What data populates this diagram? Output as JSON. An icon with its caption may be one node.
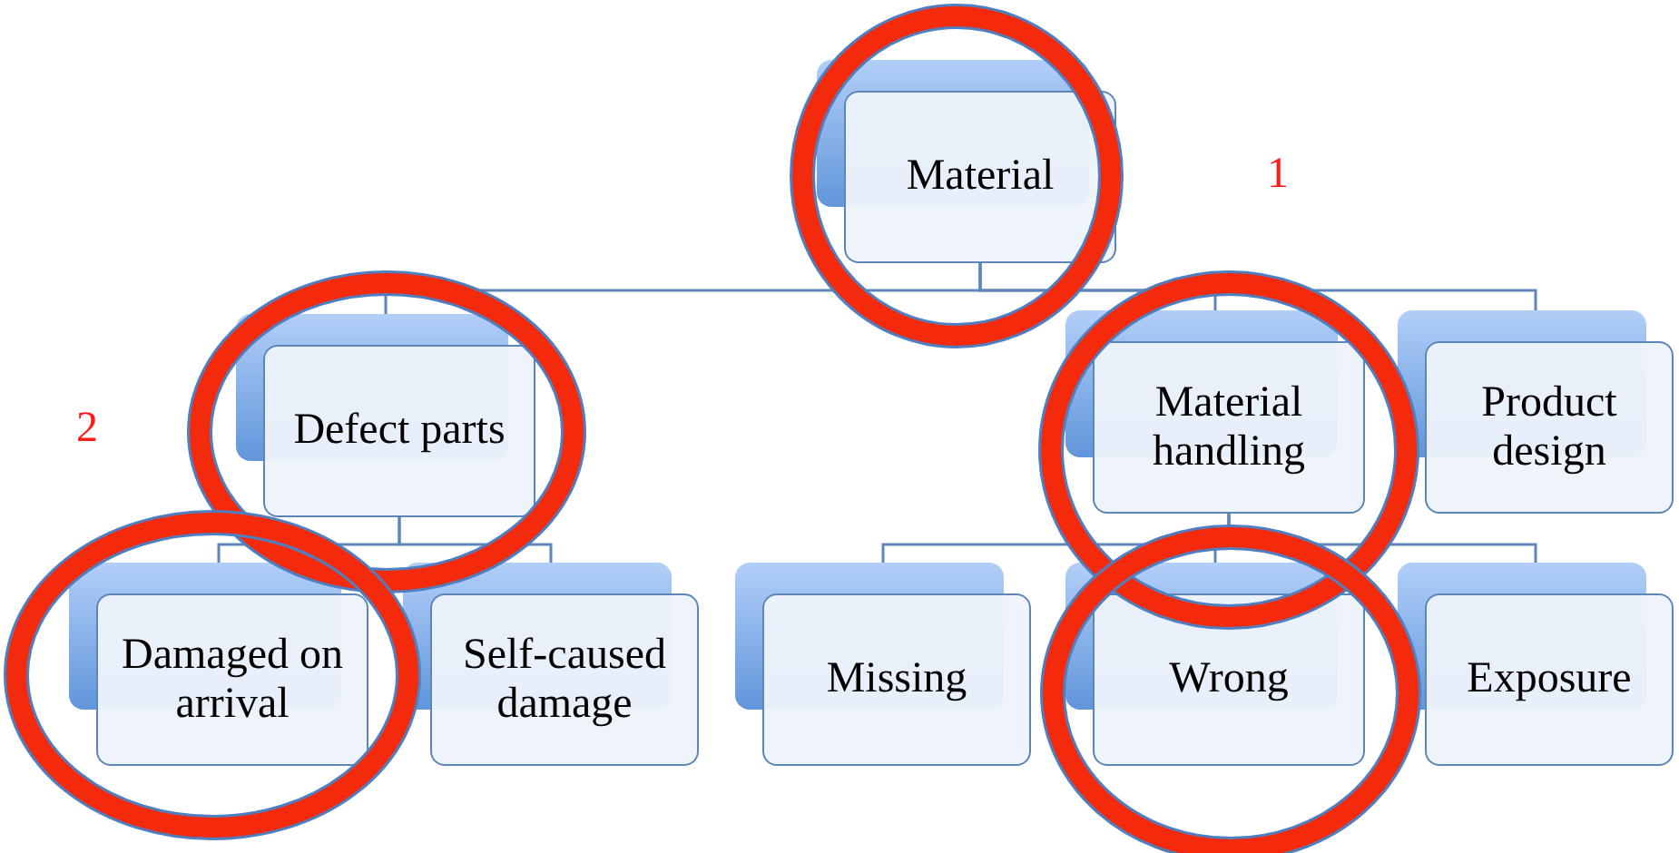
{
  "diagram": {
    "nodes": [
      {
        "text": [
          "Material"
        ]
      },
      {
        "text": [
          "Defect parts"
        ]
      },
      {
        "text": [
          "Material handling"
        ]
      },
      {
        "text": [
          "Product design"
        ]
      },
      {
        "text": [
          "Damaged on arrival"
        ]
      },
      {
        "text": [
          "Self-caused damage"
        ]
      },
      {
        "text": [
          "Missing"
        ]
      },
      {
        "text": [
          "Wrong"
        ]
      },
      {
        "text": [
          "Exposure"
        ]
      }
    ],
    "edges": [
      {
        "from": 0,
        "to": 1,
        "arrow": "none"
      },
      {
        "from": 0,
        "to": 2,
        "arrow": "none"
      },
      {
        "from": 0,
        "to": 3,
        "arrow": "none"
      },
      {
        "from": 1,
        "to": 4,
        "arrow": "none"
      },
      {
        "from": 1,
        "to": 5,
        "arrow": "none"
      },
      {
        "from": 2,
        "to": 6,
        "arrow": "none"
      },
      {
        "from": 2,
        "to": 7,
        "arrow": "none"
      },
      {
        "from": 2,
        "to": 8,
        "arrow": "none"
      }
    ],
    "labels": [
      "1",
      "2"
    ]
  }
}
